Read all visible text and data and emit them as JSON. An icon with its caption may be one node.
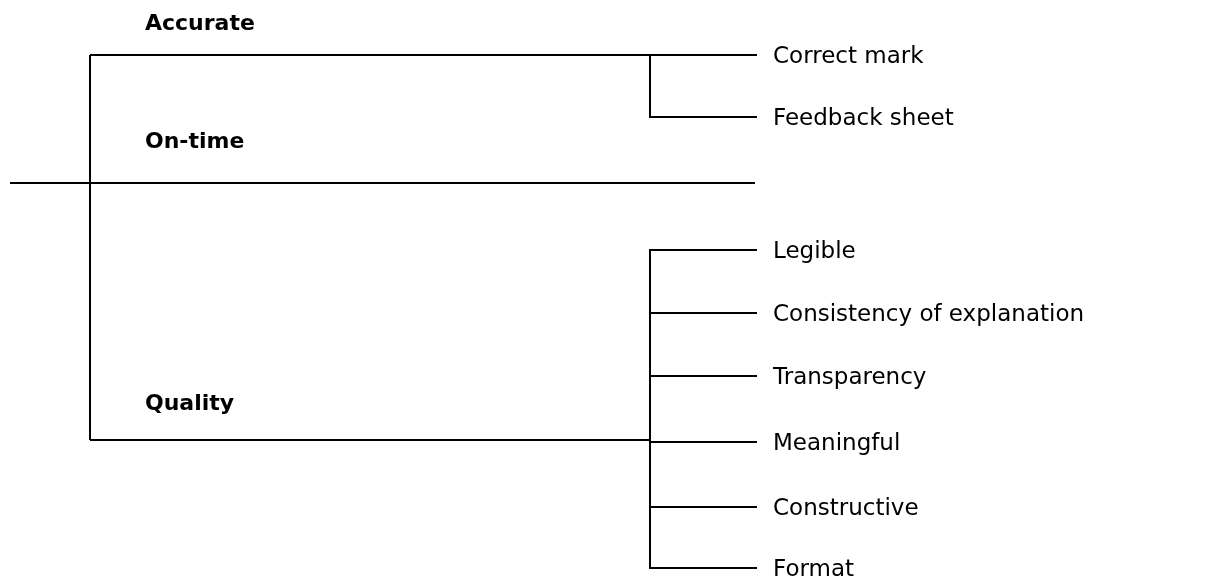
{
  "diagram": {
    "nodes": [
      {
        "text": [
          "Accurate"
        ]
      },
      {
        "text": [
          "Correct mark"
        ]
      },
      {
        "text": [
          "Feedback sheet"
        ]
      },
      {
        "text": [
          "On-time"
        ]
      },
      {
        "text": [
          "Quality"
        ]
      },
      {
        "text": [
          "Legible"
        ]
      },
      {
        "text": [
          "Consistency of explanation"
        ]
      },
      {
        "text": [
          "Transparency"
        ]
      },
      {
        "text": [
          "Meaningful"
        ]
      },
      {
        "text": [
          "Constructive"
        ]
      },
      {
        "text": [
          "Format"
        ]
      }
    ],
    "edges": [
      {
        "from": null,
        "to": 0,
        "arrow": "none"
      },
      {
        "from": 0,
        "to": 1,
        "arrow": "none"
      },
      {
        "from": 0,
        "to": 2,
        "arrow": "none"
      },
      {
        "from": null,
        "to": 3,
        "arrow": "none"
      },
      {
        "from": null,
        "to": 4,
        "arrow": "none"
      },
      {
        "from": 4,
        "to": 5,
        "arrow": "none"
      },
      {
        "from": 4,
        "to": 6,
        "arrow": "none"
      },
      {
        "from": 4,
        "to": 7,
        "arrow": "none"
      },
      {
        "from": 4,
        "to": 8,
        "arrow": "none"
      },
      {
        "from": 4,
        "to": 9,
        "arrow": "none"
      },
      {
        "from": 4,
        "to": 10,
        "arrow": "none"
      }
    ]
  }
}
